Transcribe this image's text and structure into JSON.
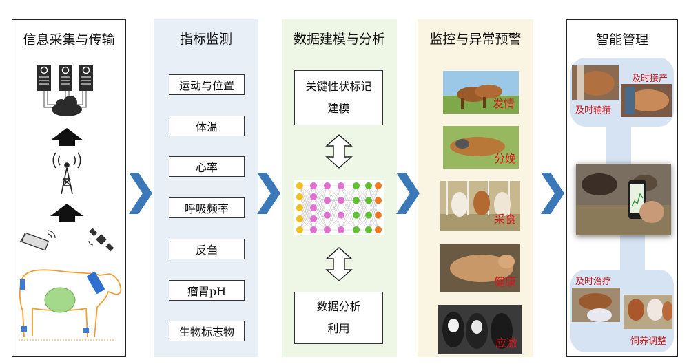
{
  "panels": {
    "collect": {
      "title": "信息采集与传输"
    },
    "indicators": {
      "title": "指标监测",
      "items": [
        "运动与位置",
        "体温",
        "心率",
        "呼吸频率",
        "反刍",
        "瘤胃pH",
        "生物标志物"
      ]
    },
    "modeling": {
      "title": "数据建模与分析",
      "box_top": [
        "关键性状标记",
        "建模"
      ],
      "box_bottom": [
        "数据分析",
        "利用"
      ]
    },
    "monitor": {
      "title": "监控与异常预警",
      "items": [
        "发情",
        "分娩",
        "采食",
        "健康",
        "应激"
      ]
    },
    "management": {
      "title": "智能管理",
      "labels": [
        "及时接产",
        "及时输精",
        "及时治疗",
        "饲养调整"
      ]
    }
  },
  "colors": {
    "chevron": "#3a78b8",
    "warning_text": "#d0181c",
    "panel_blue": "#e9eff7",
    "panel_green": "#eef6e6",
    "panel_yellow": "#faf5e3",
    "bubble": "#d6e3f3",
    "nn_yellow": "#f0c020",
    "nn_pink": "#e070d0",
    "nn_green": "#60c030",
    "nn_orange": "#f07820"
  },
  "icons": [
    "server-icon",
    "cloud-icon",
    "up-arrow-icon",
    "antenna-tower-icon",
    "camera-icon",
    "satellite-icon",
    "cow-sensor-icon",
    "double-arrow-icon",
    "neural-network-icon",
    "chevron-right-icon",
    "smartphone-icon"
  ]
}
